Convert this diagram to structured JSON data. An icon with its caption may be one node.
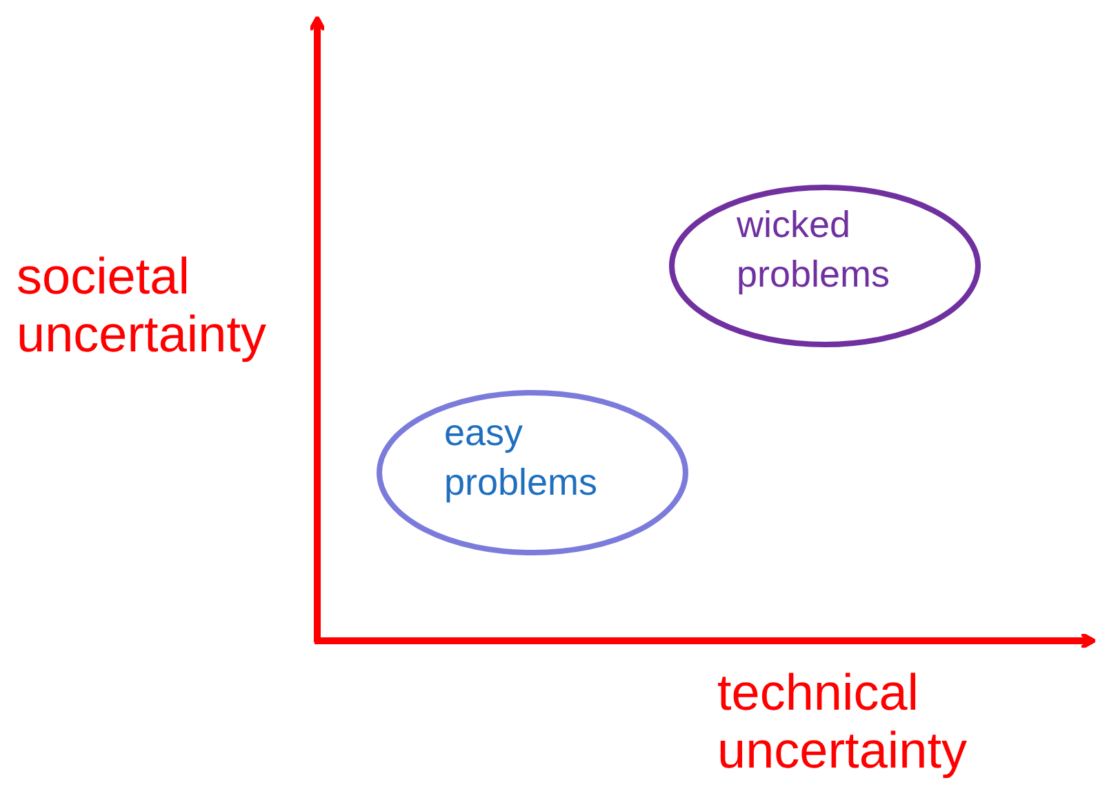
{
  "diagram": {
    "nodes": [
      {
        "text": [
          "easy problems"
        ]
      },
      {
        "text": [
          "wicked problems"
        ]
      }
    ],
    "labels": [
      "societal uncertainty",
      "technical uncertainty"
    ]
  }
}
